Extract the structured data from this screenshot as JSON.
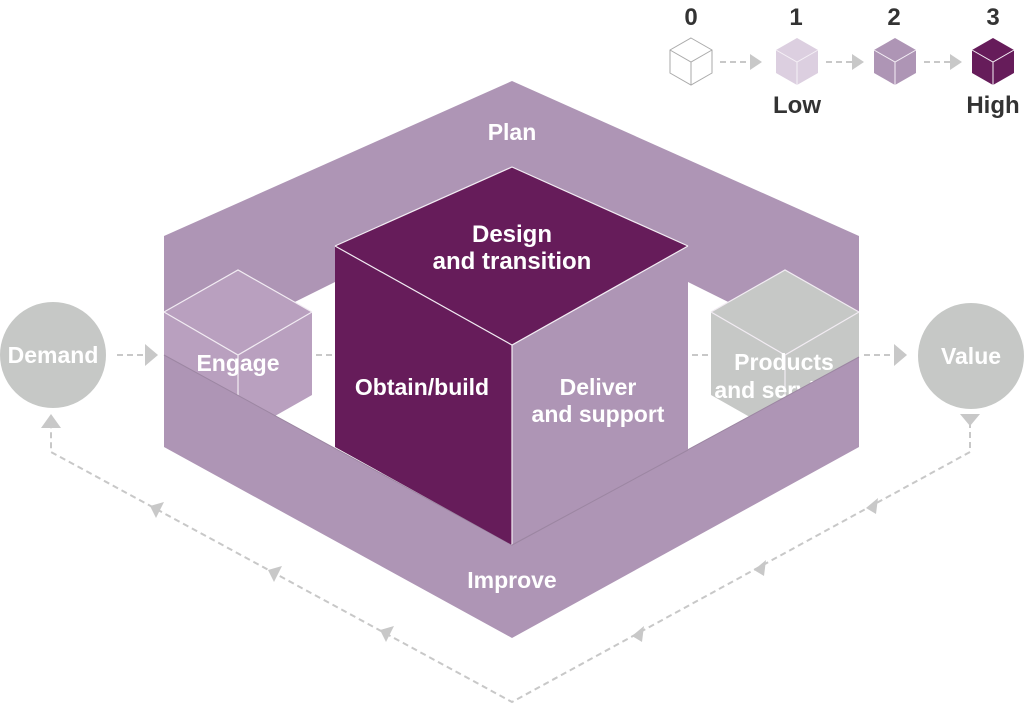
{
  "diagram": {
    "title": "Service value chain maturity",
    "colors": {
      "ring": "#ae95b5",
      "dark": "#661c5a",
      "light": "#b9a0bf",
      "grey": "#c6c8c6",
      "arrow": "#c8c8c8",
      "legend_level1": "#dccfe0",
      "legend_level2": "#ae95b5",
      "legend_level3": "#661c5a"
    },
    "ring": {
      "top_label": "Plan",
      "bottom_label": "Improve"
    },
    "center_cube": {
      "top_label_line1": "Design",
      "top_label_line2": "and transition",
      "left_label": "Obtain/build",
      "right_label_line1": "Deliver",
      "right_label_line2": "and support"
    },
    "engage_cube": {
      "label": "Engage"
    },
    "products_cube": {
      "label_line1": "Products",
      "label_line2": "and services"
    },
    "demand": {
      "label": "Demand"
    },
    "value": {
      "label": "Value"
    },
    "legend": {
      "levels": [
        {
          "number": "0",
          "caption": ""
        },
        {
          "number": "1",
          "caption": "Low"
        },
        {
          "number": "2",
          "caption": ""
        },
        {
          "number": "3",
          "caption": "High"
        }
      ]
    }
  }
}
